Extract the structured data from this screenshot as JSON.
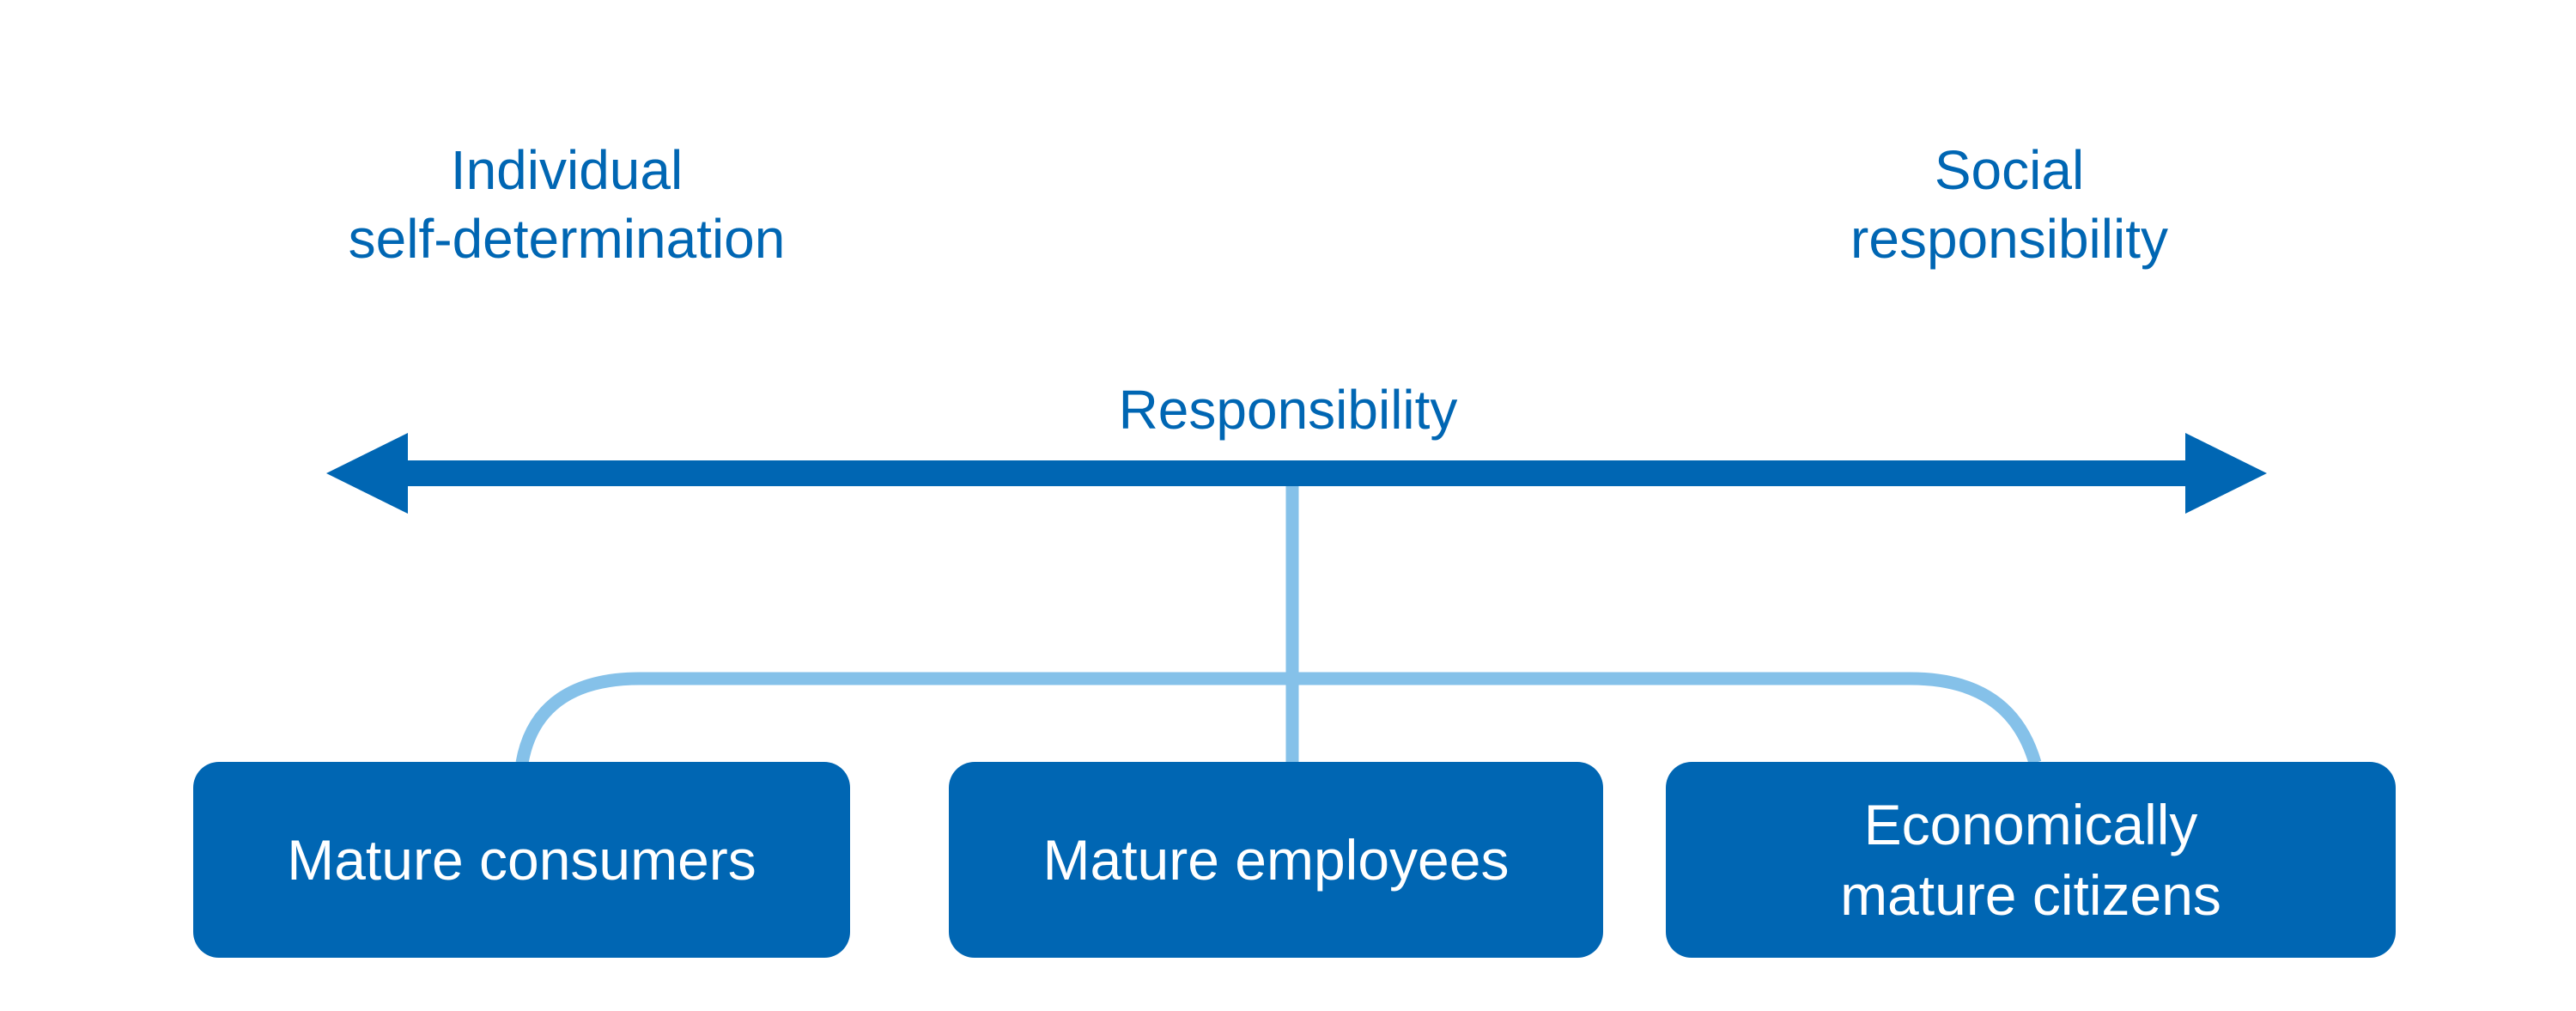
{
  "diagram": {
    "left_label": [
      "Individual",
      "self-determination"
    ],
    "right_label": [
      "Social",
      "responsibility"
    ],
    "axis_label": "Responsibility",
    "boxes": [
      {
        "lines": [
          "Mature consumers"
        ]
      },
      {
        "lines": [
          "Mature employees"
        ]
      },
      {
        "lines": [
          "Economically",
          "mature citizens"
        ]
      }
    ]
  },
  "colors": {
    "primary": "#0066b3",
    "connector": "#85c1e9",
    "box_text": "#ffffff"
  }
}
